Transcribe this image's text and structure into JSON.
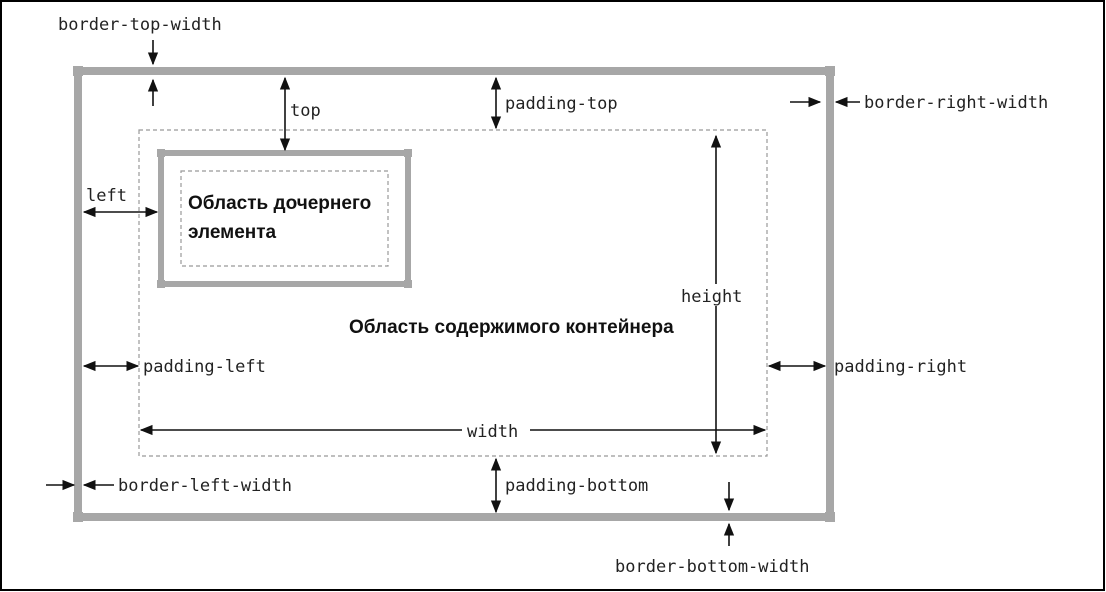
{
  "labels": {
    "border_top_width": "border-top-width",
    "top": "top",
    "padding_top": "padding-top",
    "border_right_width": "border-right-width",
    "left": "left",
    "height": "height",
    "padding_left": "padding-left",
    "padding_right": "padding-right",
    "width": "width",
    "border_left_width": "border-left-width",
    "padding_bottom": "padding-bottom",
    "border_bottom_width": "border-bottom-width"
  },
  "child_area_line1": "Область дочернего",
  "child_area_line2": "элемента",
  "container_content_area": "Область содержимого контейнера",
  "colors": {
    "border": "#a7a7a7",
    "dashed": "#999999",
    "arrow": "#111111",
    "frame": "#000000"
  }
}
